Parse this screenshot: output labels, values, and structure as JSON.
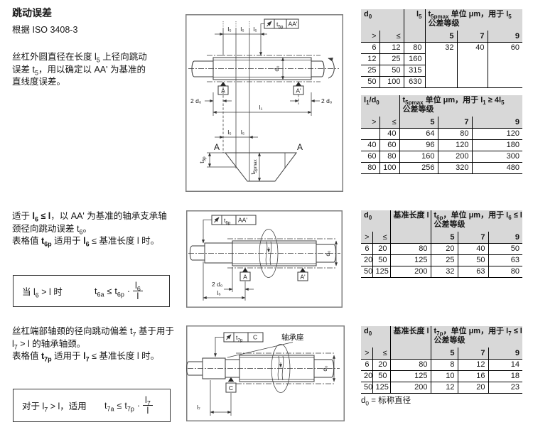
{
  "intro": {
    "title": "跳动误差",
    "standard": "根据 ISO 3408-3",
    "para": [
      [
        [
          "丝杠外圆直径在长度 l",
          0
        ],
        [
          "5",
          1
        ],
        [
          " 上径向跳动",
          0
        ]
      ],
      [
        [
          "误差 t",
          0
        ],
        [
          "5",
          1
        ],
        [
          "，用以确定以 AA' 为基准的",
          0
        ]
      ],
      [
        [
          "直线度误差。",
          0
        ]
      ]
    ]
  },
  "sec2": {
    "para": [
      [
        [
          "适于 ",
          0
        ],
        [
          "l",
          2
        ],
        [
          "6",
          3
        ],
        [
          " ≤ l",
          2
        ],
        [
          "，以 AA' 为基准的轴承支承轴",
          0
        ]
      ],
      [
        [
          "颈径向跳动误差 t",
          0
        ],
        [
          "6",
          1
        ],
        [
          "。",
          0
        ]
      ],
      [
        [
          "表格值 ",
          0
        ],
        [
          "t",
          2
        ],
        [
          "6p",
          3
        ],
        [
          " 适用于 ",
          0
        ],
        [
          "l",
          2
        ],
        [
          "6",
          3
        ],
        [
          " ≤ 基准长度 l 时。",
          0
        ]
      ]
    ]
  },
  "sec3": {
    "para": [
      [
        [
          "丝杠端部轴颈的径向跳动偏差 t",
          0
        ],
        [
          "7",
          1
        ],
        [
          " 基于用于",
          0
        ]
      ],
      [
        [
          "l",
          0
        ],
        [
          "7",
          1
        ],
        [
          " > l 的轴承轴颈。",
          0
        ]
      ],
      [
        [
          "表格值 ",
          0
        ],
        [
          "t",
          2
        ],
        [
          "7p",
          3
        ],
        [
          " 适用于 ",
          0
        ],
        [
          "l",
          2
        ],
        [
          "7",
          3
        ],
        [
          " ≤ 基准长度 l 时。",
          0
        ]
      ]
    ]
  },
  "f6": {
    "cond": [
      [
        "当 l",
        0
      ],
      [
        "6",
        1
      ],
      [
        " > l 时",
        0
      ]
    ],
    "lhs": [
      [
        "t",
        0
      ],
      [
        "6a",
        1
      ]
    ],
    "rel": "≤",
    "rhs": [
      [
        "t",
        0
      ],
      [
        "6p",
        1
      ]
    ],
    "times": "·",
    "num": [
      [
        "l",
        0
      ],
      [
        "6",
        1
      ]
    ],
    "den": "l"
  },
  "f7": {
    "cond": [
      [
        "对于 l",
        0
      ],
      [
        "7",
        1
      ],
      [
        " > l，适用",
        0
      ]
    ],
    "lhs": [
      [
        "t",
        0
      ],
      [
        "7a",
        1
      ]
    ],
    "rel": "≤",
    "rhs": [
      [
        "t",
        0
      ],
      [
        "7p",
        1
      ]
    ],
    "times": "·",
    "num": [
      [
        "l",
        0
      ],
      [
        "7",
        1
      ]
    ],
    "den": "l"
  },
  "d1": {
    "l5": "l₅",
    "l1": "l₁",
    "d0": "d₀",
    "two_d0": "2 d₀",
    "A": "A",
    "A2": "A'",
    "fcf_t": "t",
    "fcf_sub": "5p",
    "fcf_datum": "AA'",
    "t_m": "t",
    "t5p_sub": "5p",
    "t5pmax_sub": "5pmax"
  },
  "d2": {
    "d0": "d₀",
    "two_d0": "2 d₀",
    "l6": "l₆",
    "A": "A",
    "A2": "A'",
    "fcf_t": "t",
    "fcf_sub": "6p",
    "fcf_datum": "AA'"
  },
  "d3": {
    "d0": "d₀",
    "l7": "l₇",
    "C": "C",
    "bearing": "轴承座",
    "fcf_t": "t",
    "fcf_sub": "7p",
    "fcf_datum": "C"
  },
  "t1": {
    "d0h": [
      [
        "d",
        0
      ],
      [
        "0",
        1
      ]
    ],
    "l5h": [
      [
        "l",
        0
      ],
      [
        "5",
        1
      ]
    ],
    "spec": [
      [
        "t",
        0
      ],
      [
        "5pmax",
        1
      ],
      [
        " 单位 μm，用于 l",
        0
      ],
      [
        "5",
        1
      ]
    ],
    "spec2": "公差等级",
    "gt": ">",
    "le": "≤",
    "g5": "5",
    "g7": "7",
    "g9": "9",
    "rows": [
      {
        "a": "6",
        "b": "12",
        "c": "80",
        "v1": "32",
        "v2": "40",
        "v3": "60"
      },
      {
        "a": "12",
        "b": "25",
        "c": "160"
      },
      {
        "a": "25",
        "b": "50",
        "c": "315"
      },
      {
        "a": "50",
        "b": "100",
        "c": "630"
      }
    ]
  },
  "t2": {
    "h": [
      [
        "l",
        0
      ],
      [
        "1",
        1
      ],
      [
        "/d",
        0
      ],
      [
        "0",
        1
      ]
    ],
    "spec": [
      [
        "t",
        0
      ],
      [
        "5pmax",
        1
      ],
      [
        " 单位 μm，用于 l",
        0
      ],
      [
        "1",
        1
      ],
      [
        " ≥ 4l",
        0
      ],
      [
        "5",
        1
      ]
    ],
    "spec2": "公差等级",
    "gt": ">",
    "le": "≤",
    "g5": "5",
    "g7": "7",
    "g9": "9",
    "rows": [
      {
        "a": "",
        "b": "40",
        "v1": "64",
        "v2": "80",
        "v3": "120"
      },
      {
        "a": "40",
        "b": "60",
        "v1": "96",
        "v2": "120",
        "v3": "180"
      },
      {
        "a": "60",
        "b": "80",
        "v1": "160",
        "v2": "200",
        "v3": "300"
      },
      {
        "a": "80",
        "b": "100",
        "v1": "256",
        "v2": "320",
        "v3": "480"
      }
    ]
  },
  "t3": {
    "d0h": [
      [
        "d",
        0
      ],
      [
        "0",
        1
      ]
    ],
    "lenh": "基准长度 l",
    "spec": [
      [
        "t",
        0
      ],
      [
        "6p",
        1
      ],
      [
        "，单位 μm，用于 l",
        0
      ],
      [
        "6",
        1
      ],
      [
        " ≤ l",
        0
      ]
    ],
    "spec2": "公差等级",
    "gt": ">",
    "le": "≤",
    "g5": "5",
    "g7": "7",
    "g9": "9",
    "rows": [
      {
        "a": "6",
        "b": "20",
        "c": "80",
        "v1": "20",
        "v2": "40",
        "v3": "50"
      },
      {
        "a": "20",
        "b": "50",
        "c": "125",
        "v1": "25",
        "v2": "50",
        "v3": "63"
      },
      {
        "a": "50",
        "b": "125",
        "c": "200",
        "v1": "32",
        "v2": "63",
        "v3": "80"
      }
    ]
  },
  "t4": {
    "d0h": [
      [
        "d",
        0
      ],
      [
        "0",
        1
      ]
    ],
    "lenh": "基准长度 l",
    "spec": [
      [
        "t",
        0
      ],
      [
        "7p",
        1
      ],
      [
        "，单位 μm，用于 l",
        0
      ],
      [
        "7",
        1
      ],
      [
        " ≤ l",
        0
      ]
    ],
    "spec2": "公差等级",
    "gt": ">",
    "le": "≤",
    "g5": "5",
    "g7": "7",
    "g9": "9",
    "rows": [
      {
        "a": "6",
        "b": "20",
        "c": "80",
        "v1": "8",
        "v2": "12",
        "v3": "14"
      },
      {
        "a": "20",
        "b": "50",
        "c": "125",
        "v1": "10",
        "v2": "16",
        "v3": "18"
      },
      {
        "a": "50",
        "b": "125",
        "c": "200",
        "v1": "12",
        "v2": "20",
        "v3": "23"
      }
    ]
  },
  "fn": [
    [
      "d",
      0
    ],
    [
      "0",
      1
    ],
    [
      "   =   标称直径",
      0
    ]
  ],
  "colors": {
    "table_header_bg": "#d8d8d8",
    "line": "#3a3a3a",
    "diagram_border": "#7c7c7c"
  }
}
